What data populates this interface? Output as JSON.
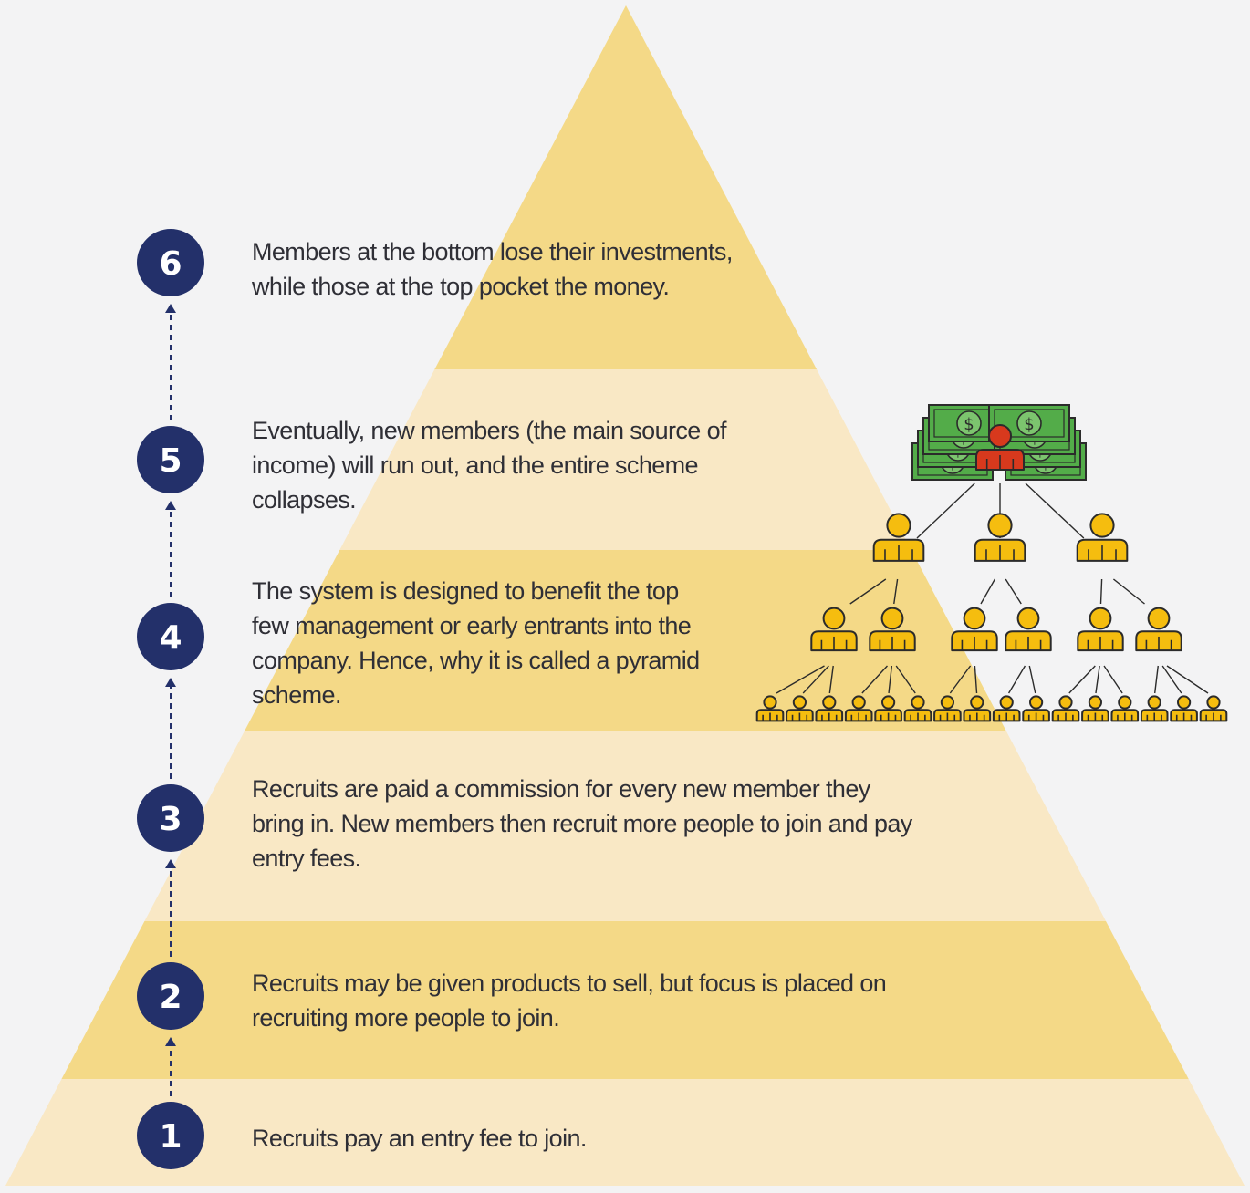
{
  "colors": {
    "background": "#f3f3f4",
    "band_dark": "#f4d987",
    "band_light": "#f9e8c5",
    "step_circle": "#23306a",
    "step_number": "#ffffff",
    "arrow": "#23306a",
    "person_yellow": "#f5bd0f",
    "person_red": "#d8391d",
    "money_green": "#53ac49",
    "outline": "#2b2b2b"
  },
  "steps": [
    {
      "number": "1",
      "lines": [
        "Recruits pay an entry fee to join."
      ]
    },
    {
      "number": "2",
      "lines": [
        "Recruits may be given products to sell, but focus is placed on",
        "recruiting more people to join."
      ]
    },
    {
      "number": "3",
      "lines": [
        "Recruits are paid a commission for every new member they",
        "bring in. New members then recruit more people to join and pay",
        "entry fees."
      ]
    },
    {
      "number": "4",
      "lines": [
        "The system is designed to benefit the top",
        "few management or early entrants into the",
        "company. Hence, why it is called a pyramid",
        "scheme."
      ]
    },
    {
      "number": "5",
      "lines": [
        "Eventually, new members (the main source of",
        "income) will run out, and the entire scheme",
        "collapses."
      ]
    },
    {
      "number": "6",
      "lines": [
        "Members at the bottom lose their investments,",
        "while those at the top pocket the money."
      ]
    }
  ],
  "illustration": {
    "money_symbol": "$",
    "top_person_icon": "person-red-icon",
    "member_icon": "person-yellow-icon",
    "money_icon": "cash-stack-icon",
    "levels": [
      1,
      3,
      6,
      16
    ]
  }
}
